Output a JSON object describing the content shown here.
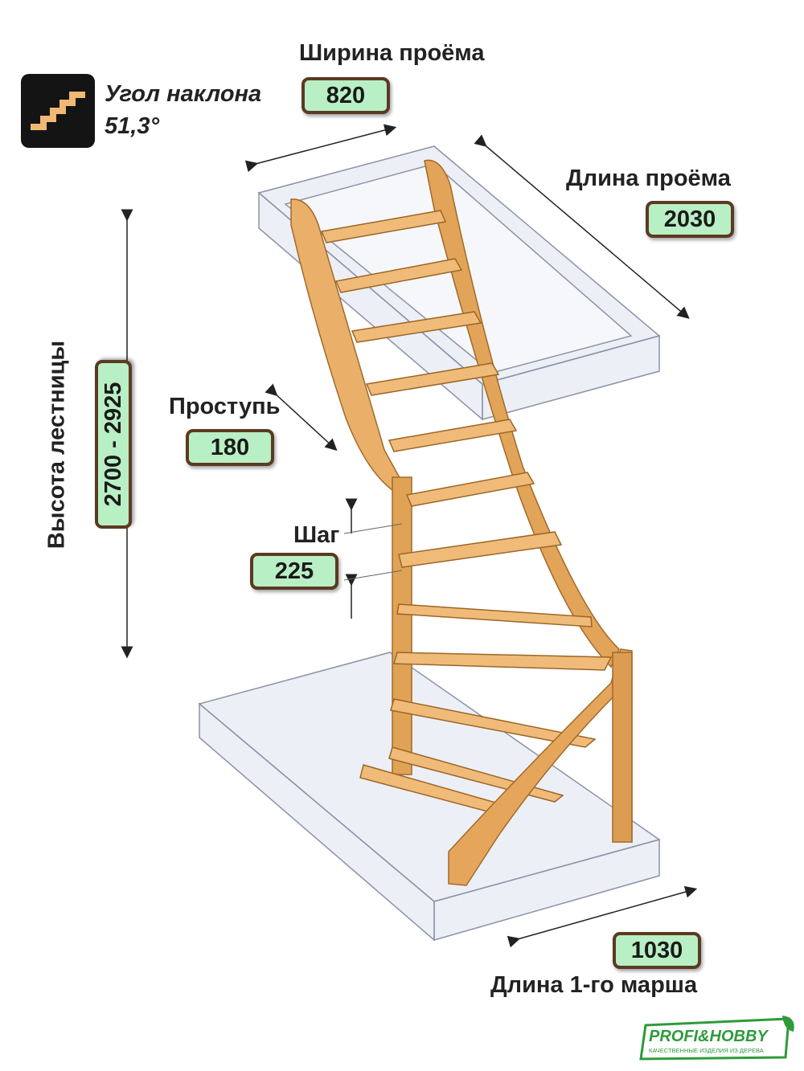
{
  "angle": {
    "title": "Угол наклона",
    "value": "51,3°"
  },
  "opening_width": {
    "label": "Ширина проёма",
    "value": "820"
  },
  "opening_length": {
    "label": "Длина проёма",
    "value": "2030"
  },
  "stair_height": {
    "label": "Высота лестницы",
    "value": "2700 - 2925"
  },
  "tread_overhang": {
    "label": "Проступь",
    "value": "180"
  },
  "step": {
    "label": "Шаг",
    "value": "225"
  },
  "first_flight": {
    "label": "Длина 1-го марша",
    "value": "1030"
  },
  "logo": {
    "brand": "PROFI&HOBBY",
    "tagline": "КАЧЕСТВЕННЫЕ ИЗДЕЛИЯ ИЗ ДЕРЕВА"
  },
  "colors": {
    "value_box_bg": "#b9efc4",
    "value_box_border": "#5b3a22",
    "wood": "#e8ad62",
    "logo_green": "#2e9b3a"
  }
}
